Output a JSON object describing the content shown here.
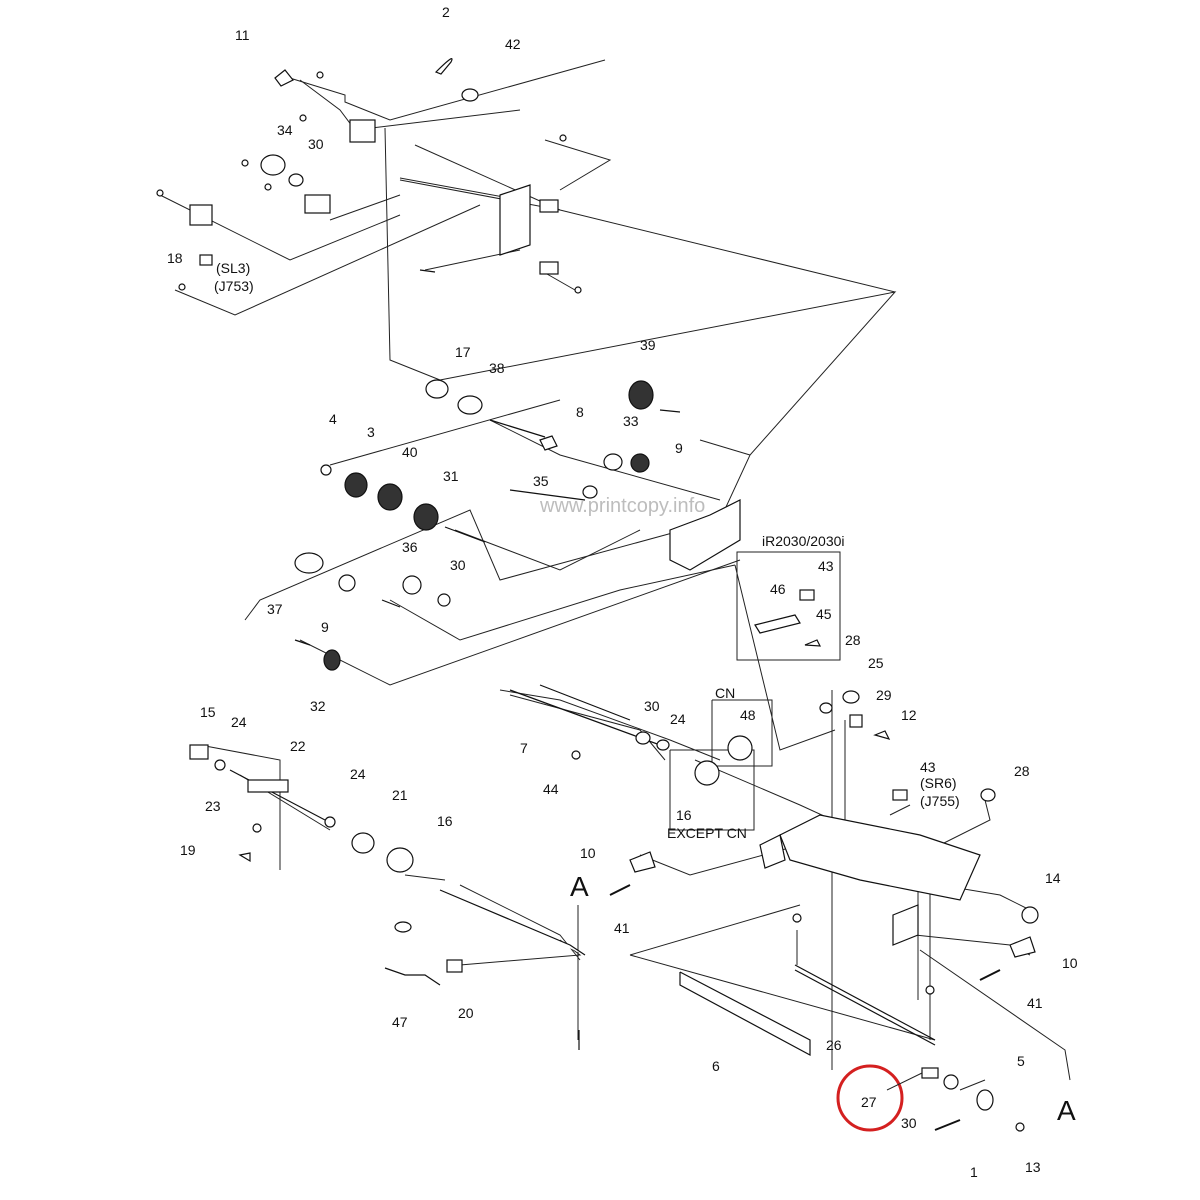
{
  "watermark": "www.printcopy.info",
  "groups": {
    "ir2030": "iR2030/2030i",
    "cn": "CN",
    "except_cn": "EXCEPT CN"
  },
  "connectors": {
    "sl3": "(SL3)",
    "j753": "(J753)",
    "sr6": "(SR6)",
    "j755": "(J755)"
  },
  "markers": {
    "a_left": "A",
    "a_right": "A"
  },
  "highlight": {
    "label": "27",
    "color": "#d42020"
  },
  "callouts": [
    "11",
    "2",
    "42",
    "34",
    "30",
    "18",
    "17",
    "38",
    "39",
    "8",
    "33",
    "9",
    "4",
    "3",
    "40",
    "31",
    "35",
    "36",
    "30",
    "37",
    "9",
    "32",
    "15",
    "24",
    "22",
    "24",
    "21",
    "16",
    "23",
    "19",
    "7",
    "30",
    "24",
    "44",
    "48",
    "16",
    "28",
    "25",
    "29",
    "12",
    "43",
    "28",
    "46",
    "43",
    "45",
    "10",
    "41",
    "20",
    "47",
    "6",
    "26",
    "14",
    "10",
    "41",
    "5",
    "30",
    "13",
    "1"
  ]
}
